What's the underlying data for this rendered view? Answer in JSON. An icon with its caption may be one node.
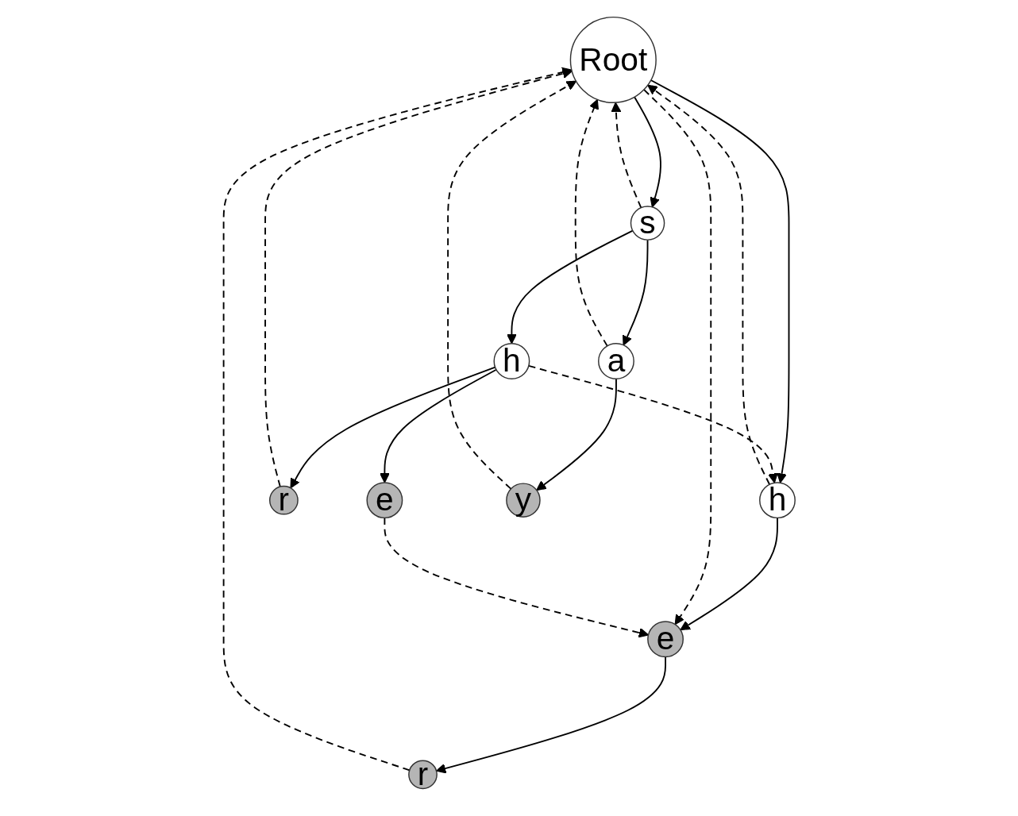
{
  "diagram": {
    "nodes": [
      {
        "text": [
          "Root"
        ]
      },
      {
        "text": [
          "h"
        ]
      },
      {
        "text": [
          "s"
        ]
      },
      {
        "text": [
          "e"
        ]
      },
      {
        "text": [
          "h"
        ]
      },
      {
        "text": [
          "a"
        ]
      },
      {
        "text": [
          "r"
        ]
      },
      {
        "text": [
          "r"
        ]
      },
      {
        "text": [
          "e"
        ]
      },
      {
        "text": [
          "y"
        ]
      }
    ],
    "edges": [
      {
        "from": 0,
        "to": 1,
        "arrow": "to"
      },
      {
        "from": 0,
        "to": 2,
        "arrow": "to"
      },
      {
        "from": 1,
        "to": 3,
        "arrow": "to"
      },
      {
        "from": 2,
        "to": 4,
        "arrow": "to"
      },
      {
        "from": 2,
        "to": 5,
        "arrow": "to"
      },
      {
        "from": 3,
        "to": 6,
        "arrow": "to"
      },
      {
        "from": 4,
        "to": 7,
        "arrow": "to"
      },
      {
        "from": 4,
        "to": 8,
        "arrow": "to"
      },
      {
        "from": 5,
        "to": 9,
        "arrow": "to"
      },
      {
        "from": 1,
        "to": 0,
        "arrow": "to",
        "style": "dashed"
      },
      {
        "from": 2,
        "to": 0,
        "arrow": "to",
        "style": "dashed"
      },
      {
        "from": 5,
        "to": 0,
        "arrow": "to",
        "style": "dashed"
      },
      {
        "from": 4,
        "to": 1,
        "arrow": "to",
        "style": "dashed"
      },
      {
        "from": 0,
        "to": 3,
        "arrow": "to",
        "style": "dashed"
      },
      {
        "from": 8,
        "to": 3,
        "arrow": "to",
        "style": "dashed"
      },
      {
        "from": 6,
        "to": 0,
        "arrow": "to",
        "style": "dashed"
      },
      {
        "from": 7,
        "to": 0,
        "arrow": "to",
        "style": "dashed"
      },
      {
        "from": 9,
        "to": 0,
        "arrow": "to",
        "style": "dashed"
      }
    ]
  }
}
